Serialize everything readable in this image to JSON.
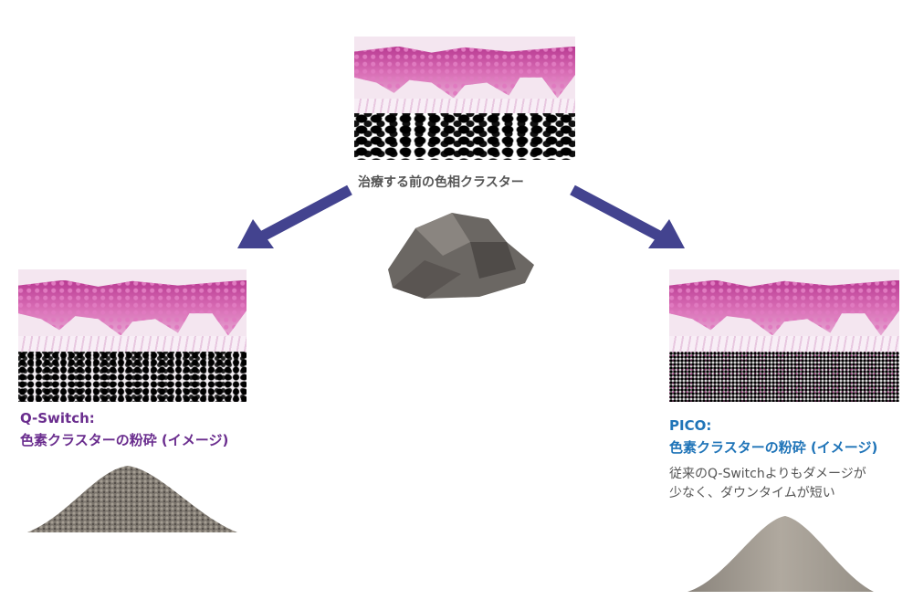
{
  "before": {
    "caption": "治療する前の色相クラスター"
  },
  "qswitch": {
    "title": "Q-Switch:",
    "subtitle": "色素クラスターの粉砕 (イメージ)"
  },
  "pico": {
    "title": "PICO:",
    "subtitle": "色素クラスターの粉砕 (イメージ)",
    "note_line1": "従来のQ-Switchよりもダメージが",
    "note_line2": "少なく、ダウンタイムが短い"
  },
  "colors": {
    "qswitch": "#6a2d8e",
    "pico": "#1f74b8",
    "arrow": "#43438f",
    "caption": "#555555"
  }
}
